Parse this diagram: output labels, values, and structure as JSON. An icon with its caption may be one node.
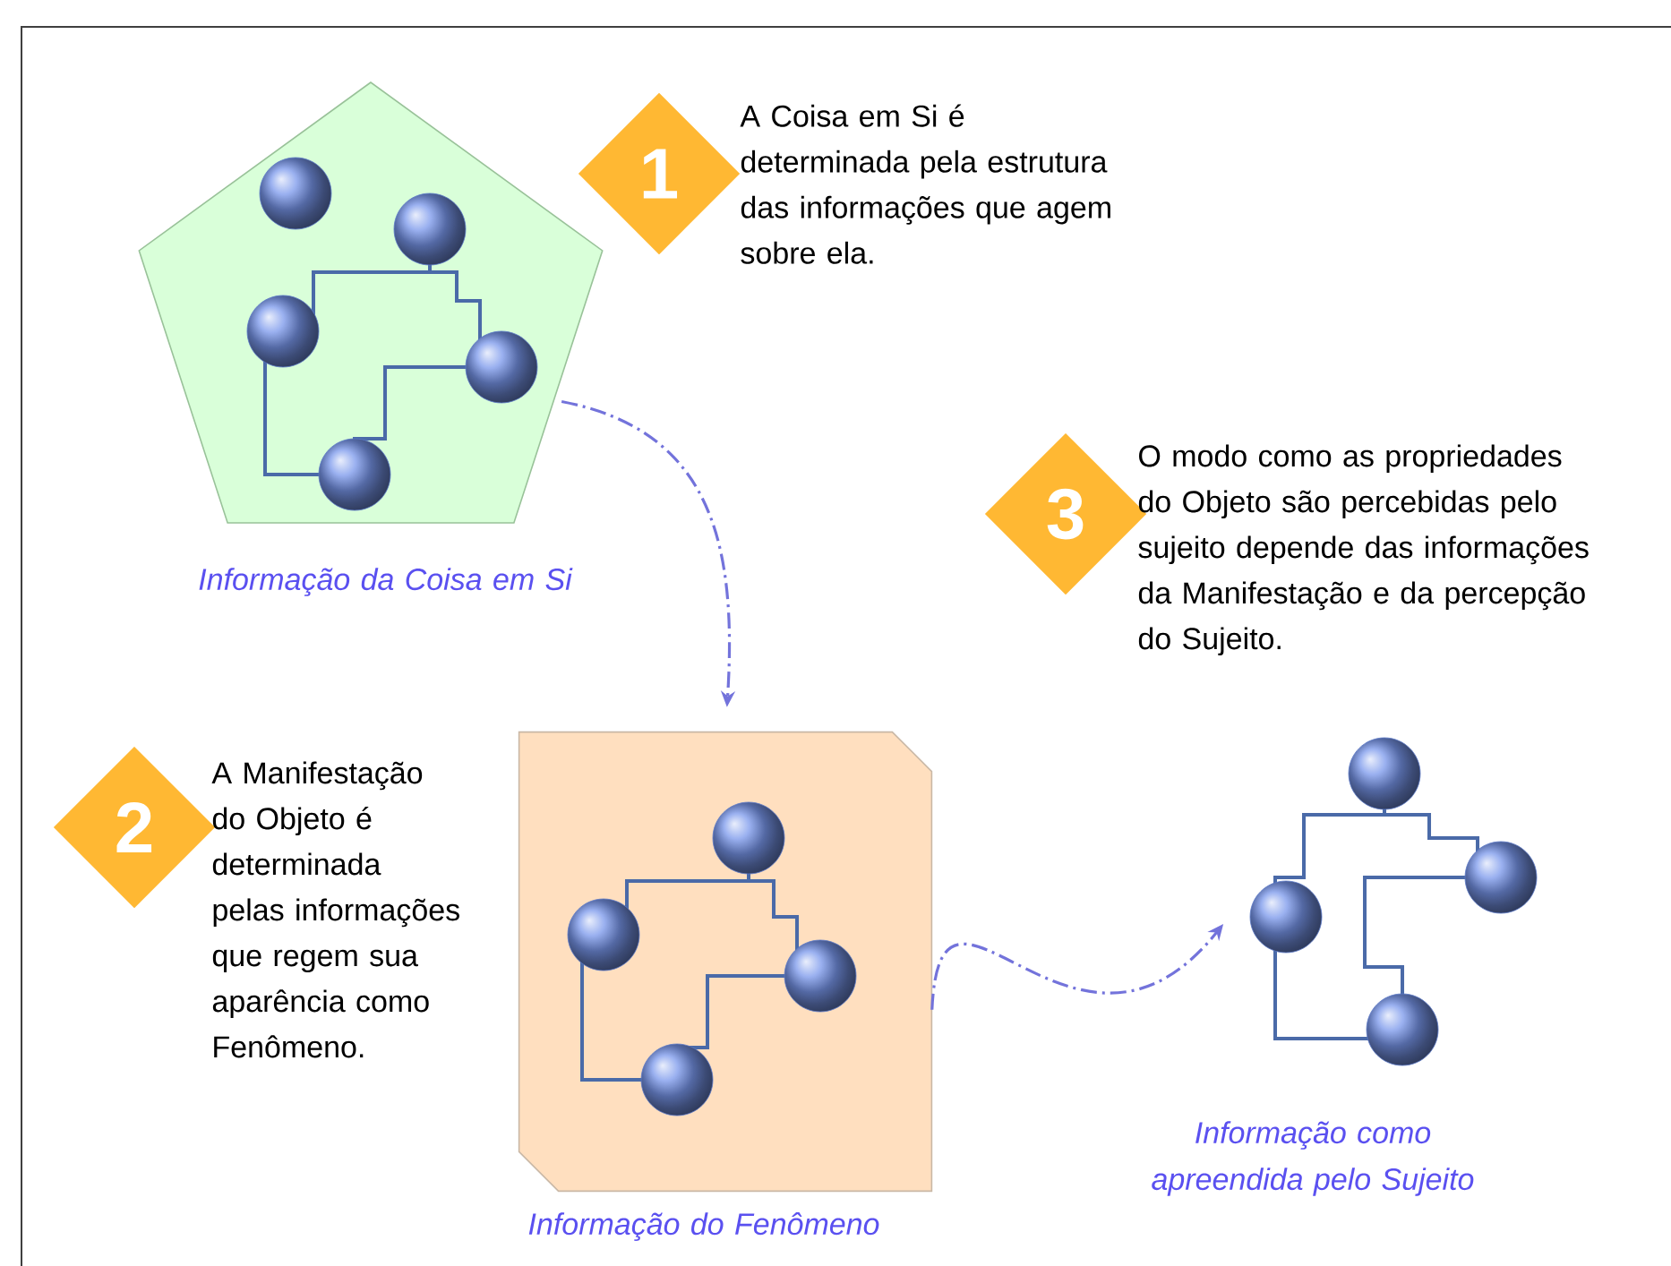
{
  "diagram": {
    "nodes": [
      {
        "text": [],
        "shape": "pentagon",
        "beside": [
          "Informação da Coisa em Si"
        ]
      },
      {
        "text": [
          "1"
        ],
        "beside": [
          "A Coisa em Si é determinada pela estrutura das informações que agem sobre ela."
        ]
      },
      {
        "text": [
          "3"
        ],
        "beside": [
          "O modo como as propriedades do Objeto são percebidas pelo sujeito depende das informações da Manifestação e da percepção do Sujeito."
        ]
      },
      {
        "text": [
          "2"
        ],
        "beside": [
          "A Manifestação do Objeto é determinada pelas informações que regem sua aparência como Fenômeno."
        ]
      },
      {
        "text": [],
        "shape": "box",
        "beside": [
          "Informação do Fenômeno"
        ]
      },
      {
        "text": [],
        "shape": "picture",
        "beside": [
          "Informação como apreendida pelo Sujeito"
        ]
      }
    ],
    "edges": [
      {
        "from": 0,
        "to": 4,
        "arrow": "to",
        "style": "dashed"
      },
      {
        "from": 4,
        "to": 5,
        "arrow": "to",
        "style": "dashed"
      }
    ]
  }
}
